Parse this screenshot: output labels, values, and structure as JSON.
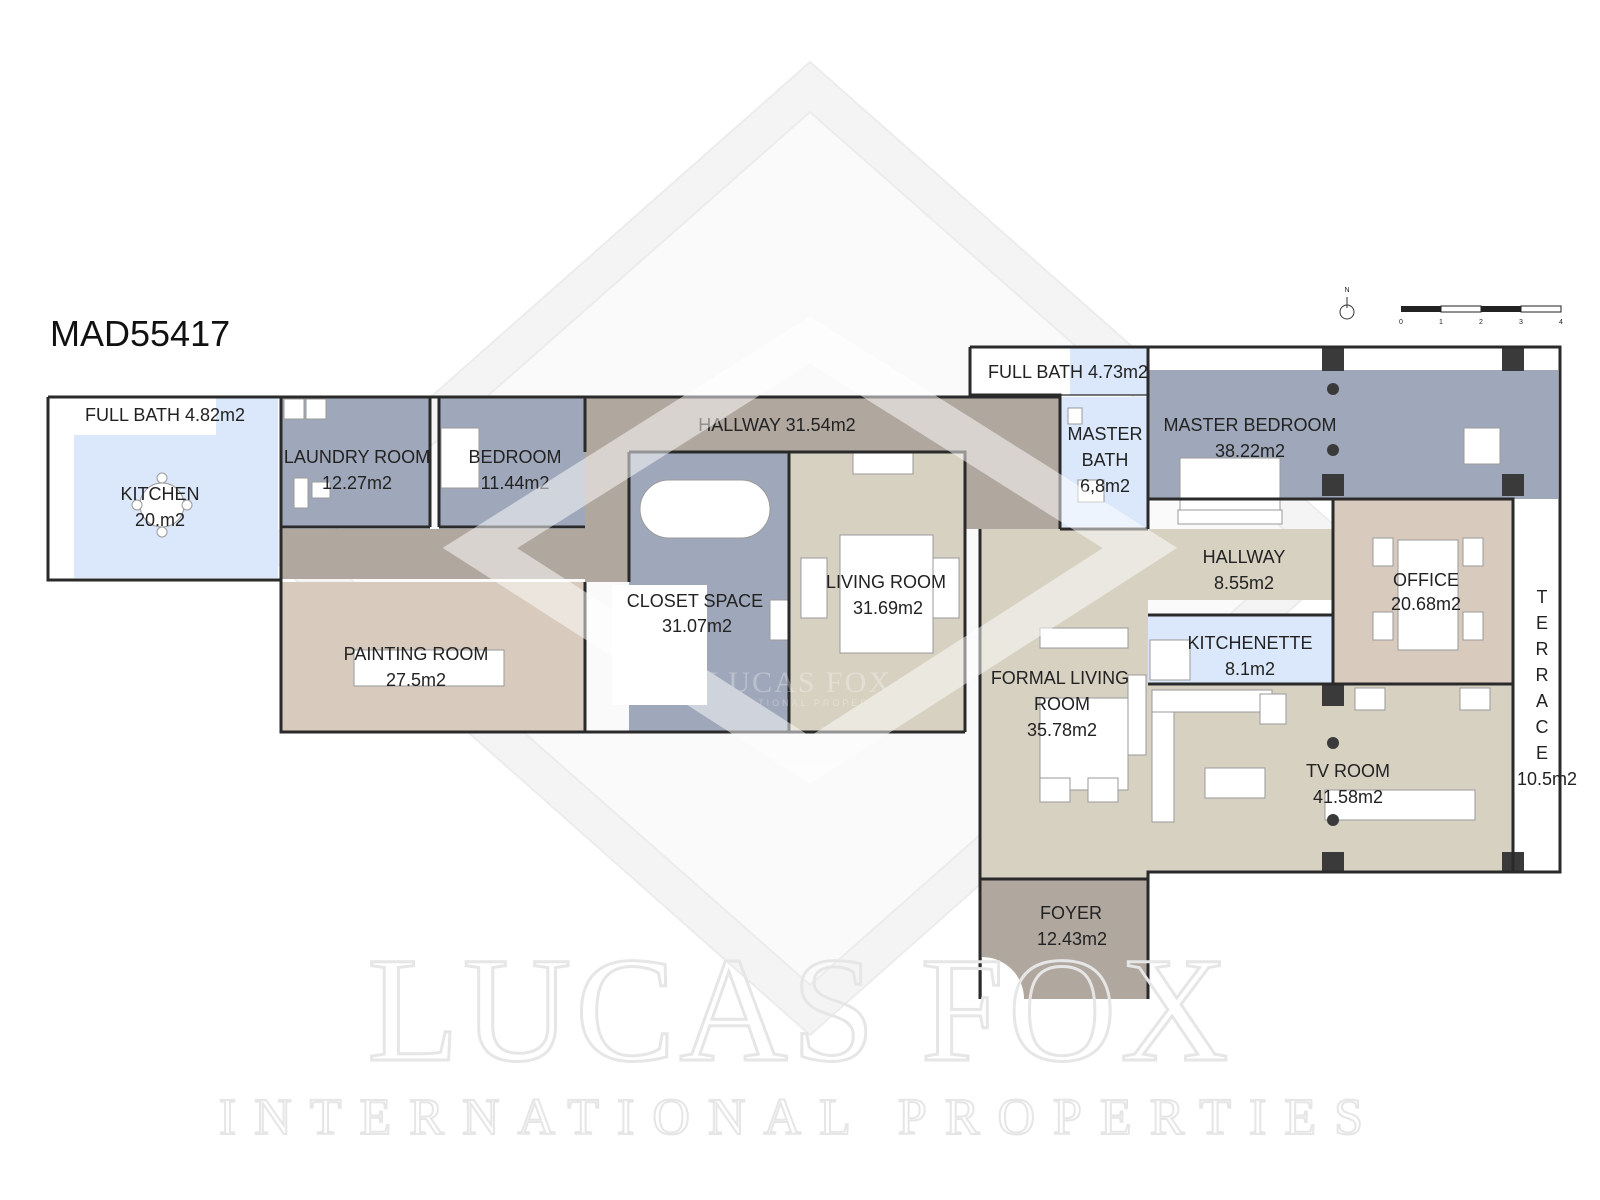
{
  "plan_id": "MAD55417",
  "watermark": {
    "brand": "LUCAS FOX",
    "tagline": "INTERNATIONAL PROPERTIES"
  },
  "compass": {
    "label": "N"
  },
  "scale_bar": {
    "ticks": [
      "0",
      "1",
      "2",
      "3",
      "4"
    ]
  },
  "colors": {
    "blue": "#dbe8fb",
    "slate": "#9fa8ba",
    "taupe": "#b0a79f",
    "tan": "#d8cbbd",
    "sand": "#d7d1c2",
    "white": "#ffffff",
    "wall": "#2a2a2a"
  },
  "rooms": [
    {
      "name": "FULL BATH 4.82m2"
    },
    {
      "name": "KITCHEN",
      "area": "20.m2"
    },
    {
      "name": "LAUNDRY ROOM",
      "area": "12.27m2"
    },
    {
      "name": "BEDROOM",
      "area": "11.44m2"
    },
    {
      "name": "HALLWAY 31.54m2"
    },
    {
      "name": "CLOSET SPACE",
      "area": "31.07m2"
    },
    {
      "name": "LIVING ROOM",
      "area": "31.69m2"
    },
    {
      "name": "PAINTING ROOM",
      "area": "27.5m2"
    },
    {
      "name": "FULL BATH 4.73m2"
    },
    {
      "name": "MASTER",
      "name2": "BATH",
      "area": "6,8m2"
    },
    {
      "name": "MASTER BEDROOM",
      "area": "38.22m2"
    },
    {
      "name": "HALLWAY",
      "area": "8.55m2"
    },
    {
      "name": "OFFICE",
      "area": "20.68m2"
    },
    {
      "name": "KITCHENETTE",
      "area": "8.1m2"
    },
    {
      "name": "FORMAL LIVING",
      "name2": "ROOM",
      "area": "35.78m2"
    },
    {
      "name": "TV ROOM",
      "area": "41.58m2"
    },
    {
      "name": "FOYER",
      "area": "12.43m2"
    },
    {
      "name": "TERRACE",
      "letters": [
        "T",
        "E",
        "R",
        "R",
        "A",
        "C",
        "E"
      ],
      "area": "10.5m2"
    }
  ]
}
